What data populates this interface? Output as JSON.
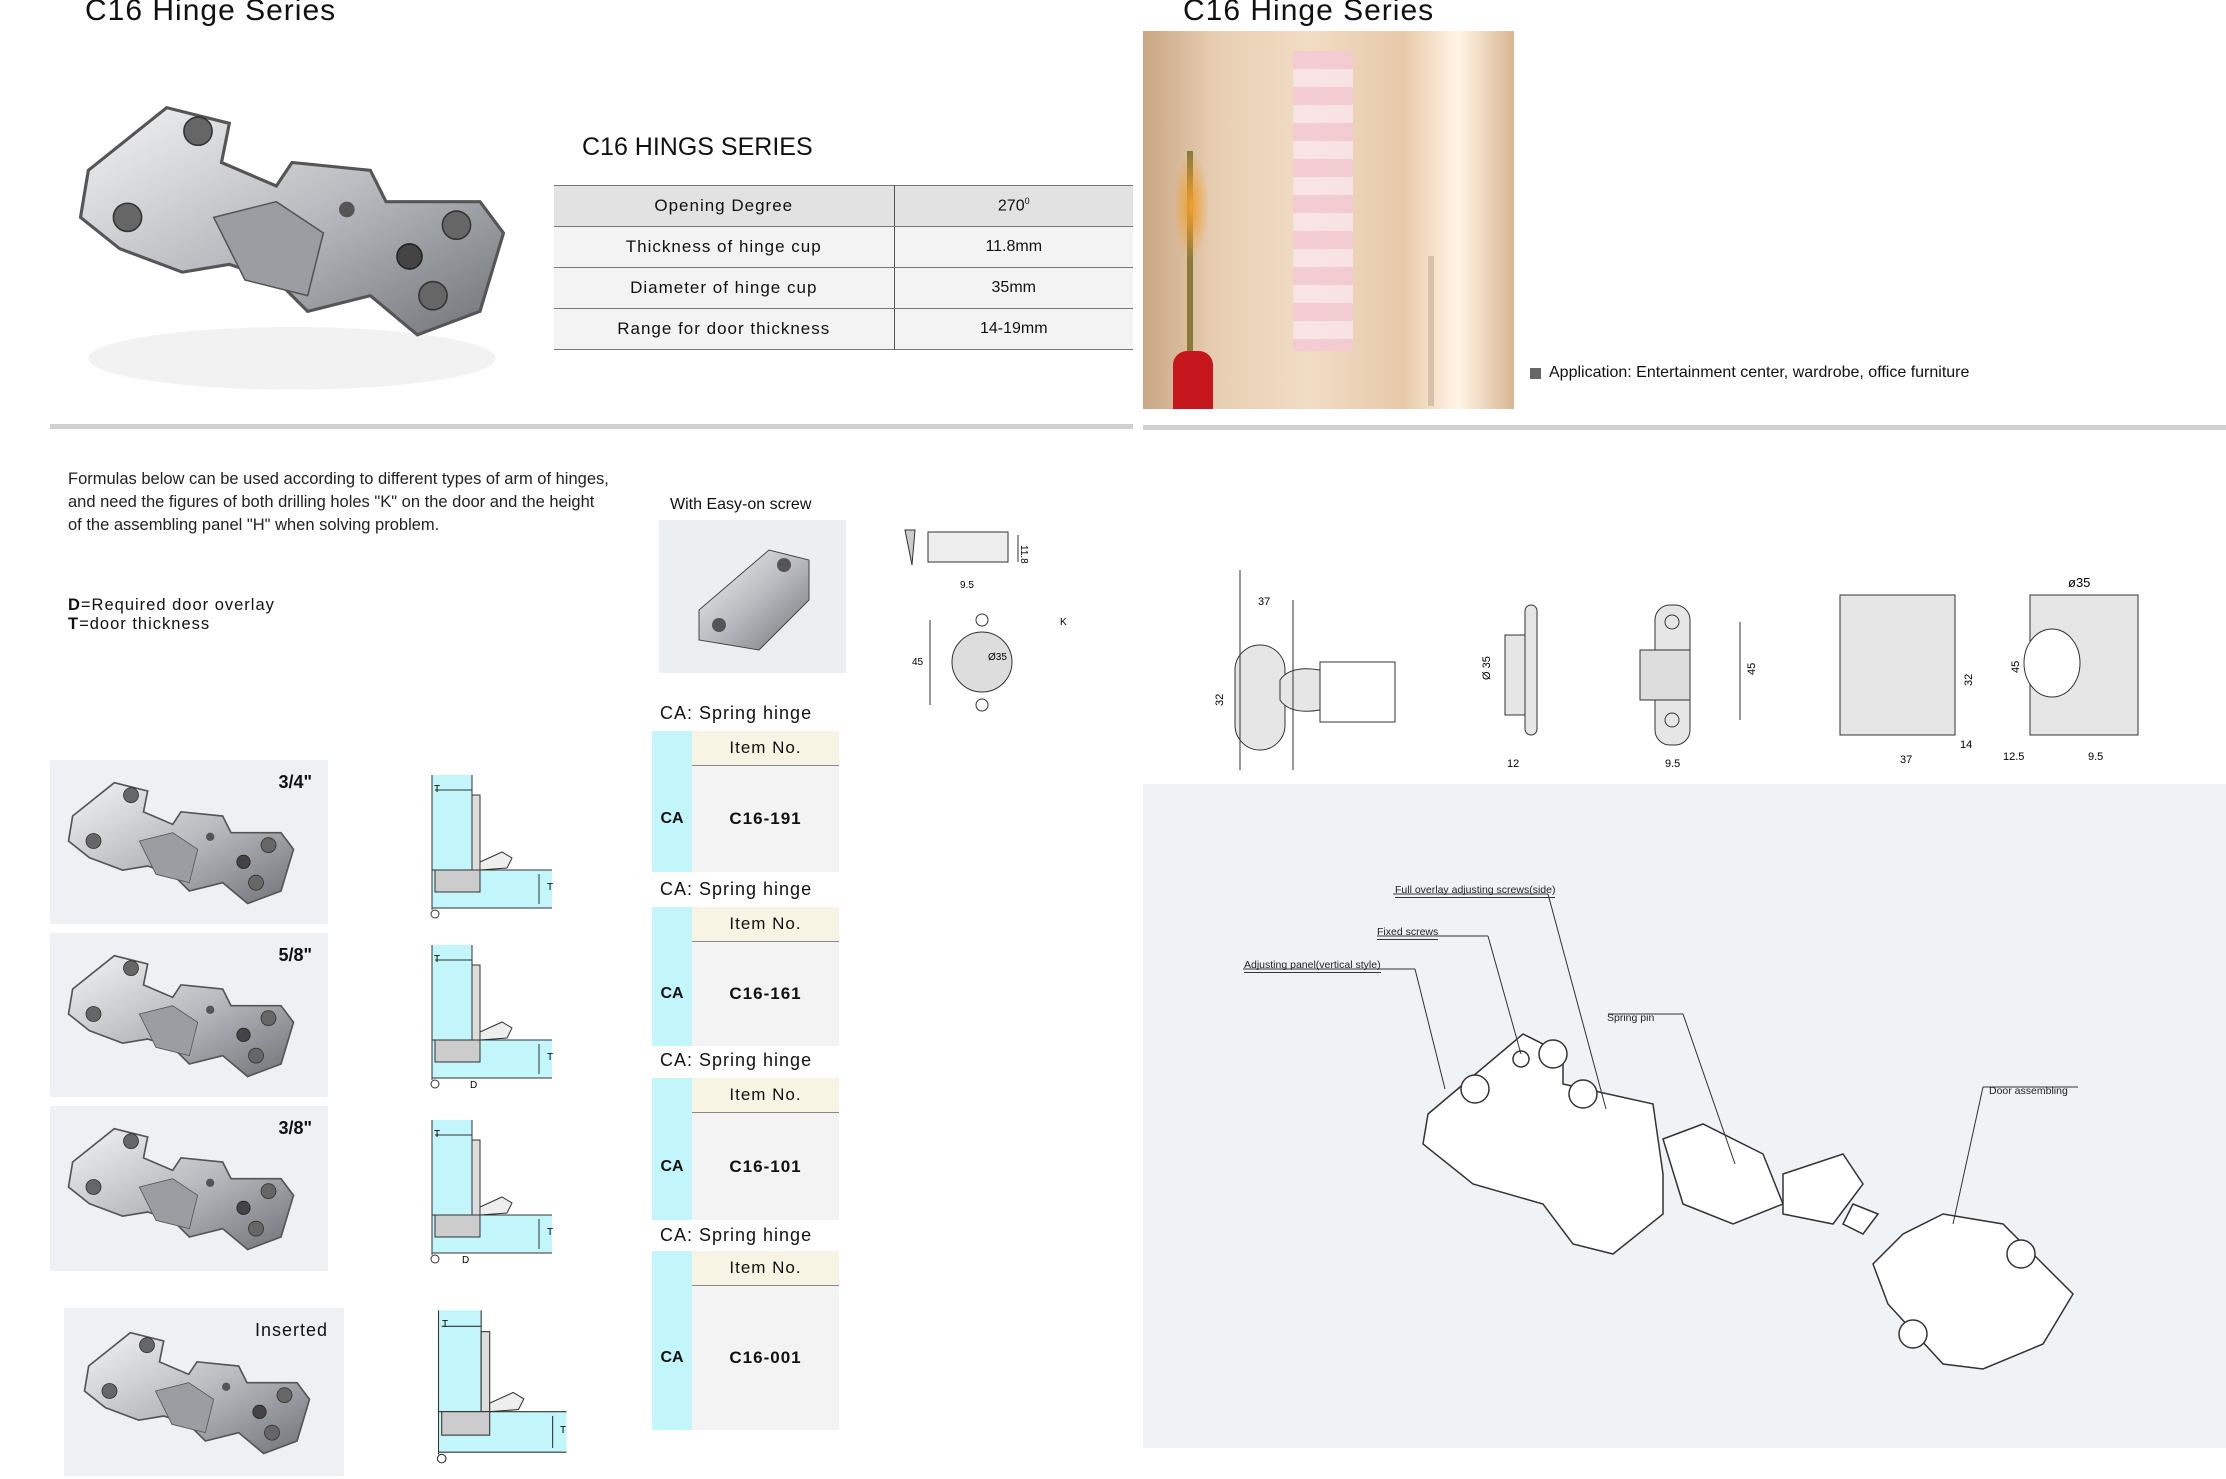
{
  "left_title": "C16 Hinge Series",
  "right_title": "C16 Hinge Series",
  "spec": {
    "heading": "C16 HINGS SERIES",
    "rows": [
      {
        "label": "Opening Degree",
        "value": "270",
        "sup": "0"
      },
      {
        "label": "Thickness of hinge cup",
        "value": "11.8mm"
      },
      {
        "label": "Diameter of hinge cup",
        "value": "35mm"
      },
      {
        "label": "Range for door thickness",
        "value": "14-19mm"
      }
    ]
  },
  "application": "Application: Entertainment center, wardrobe, office furniture",
  "intro": {
    "lines": [
      "Formulas below can be used according to different types of arm of hinges,",
      "and  need the figures of both drilling holes \"K\" on the door and the height",
      "of the assembling panel \"H\" when solving problem."
    ],
    "legend": [
      {
        "key": "D",
        "text": "=Required door overlay"
      },
      {
        "key": "T",
        "text": "=door thickness"
      }
    ]
  },
  "easy_on": {
    "label": "With Easy-on screw"
  },
  "cup_drawing": {
    "dims": [
      "11.8",
      "9.5",
      "45",
      "Ø35",
      "K"
    ]
  },
  "variants": [
    {
      "tag": "3/4\"",
      "ca_label": "CA: Spring hinge",
      "header": "Item No.",
      "type": "CA",
      "item": "C16-191",
      "dims": [
        "T",
        "T"
      ]
    },
    {
      "tag": "5/8\"",
      "ca_label": "CA: Spring hinge",
      "header": "Item No.",
      "type": "CA",
      "item": "C16-161",
      "dims": [
        "T",
        "T",
        "D"
      ]
    },
    {
      "tag": "3/8\"",
      "ca_label": "CA: Spring hinge",
      "header": "Item No.",
      "type": "CA",
      "item": "C16-101",
      "dims": [
        "T",
        "T",
        "D"
      ]
    },
    {
      "tag": "Inserted",
      "ca_label": "CA: Spring hinge",
      "header": "Item No.",
      "type": "CA",
      "item": "C16-001",
      "dims": [
        "T",
        "T"
      ]
    }
  ],
  "dimensions": {
    "d37": "37",
    "d32": "32",
    "d35": "Ø 35",
    "d12": "12",
    "d45": "45",
    "d95": "9.5",
    "d14": "14",
    "d125": "12.5",
    "phi35": "ø35"
  },
  "exploded": {
    "callouts": [
      "Full overlay adjusting screws(side)",
      "Fixed screws",
      "Adjusting panel(vertical style)",
      "Spring pin",
      "Door assembling"
    ]
  },
  "colors": {
    "cyan": "#c3f6fa",
    "cream": "#f8f4e4",
    "divider": "#d0d0d0",
    "panel": "#eff3f6"
  }
}
